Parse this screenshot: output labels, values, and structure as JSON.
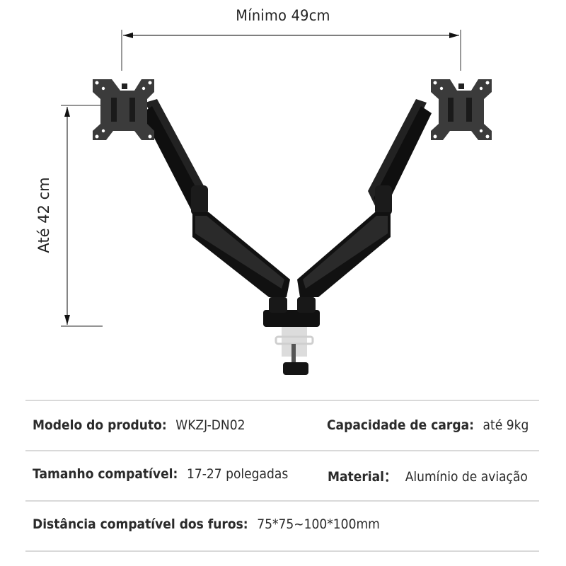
{
  "dimensions": {
    "width_label": "Mínimo 49cm",
    "height_label": "Até 42 cm"
  },
  "product_image": {
    "description": "Dual monitor arm with gas-spring arms, VESA plates and desk clamp",
    "colors": {
      "arm": "#1a1a1a",
      "plate": "#3a3a3a",
      "clamp": "#d8d8d8"
    }
  },
  "specs": [
    {
      "key": "Modelo do produto:",
      "value": "WKZJ-DN02"
    },
    {
      "key": "Capacidade de carga:",
      "value": "até 9kg"
    },
    {
      "key": "Tamanho compatível:",
      "value": "17-27 polegadas"
    },
    {
      "key": "Material：",
      "value": "Alumínio de aviação"
    },
    {
      "key": "Distância compatível dos furos:",
      "value": "75*75~100*100mm"
    }
  ]
}
